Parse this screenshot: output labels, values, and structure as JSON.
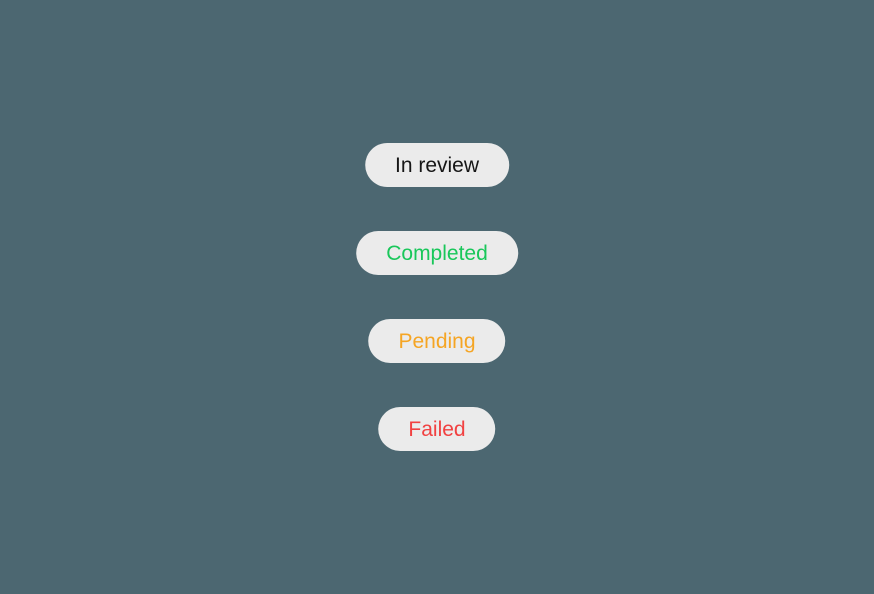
{
  "canvas": {
    "background": "#4c6771"
  },
  "badge_style": {
    "background": "#ebebeb"
  },
  "badges": [
    {
      "label": "In review",
      "color": "#161616"
    },
    {
      "label": "Completed",
      "color": "#19c75a"
    },
    {
      "label": "Pending",
      "color": "#f5a524"
    },
    {
      "label": "Failed",
      "color": "#f14141"
    }
  ]
}
